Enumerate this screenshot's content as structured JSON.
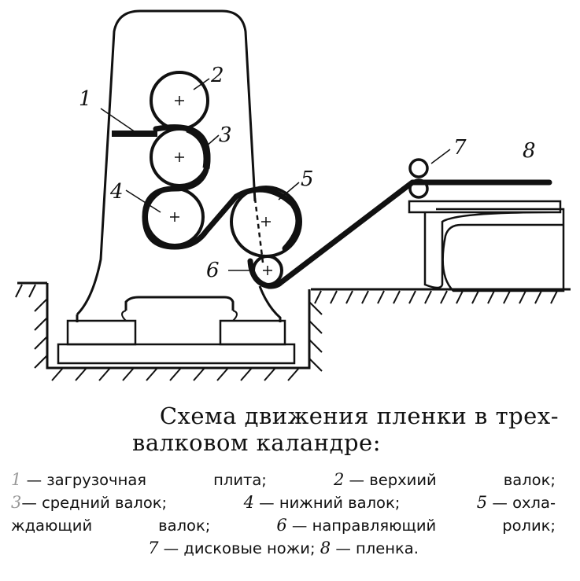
{
  "labels": [
    "1",
    "2",
    "3",
    "4",
    "5",
    "6",
    "7",
    "8"
  ],
  "caption": {
    "title_line1": "Схема движения пленки в трех-",
    "title_line2": "валковом каландре:"
  },
  "legend": {
    "r1": [
      "1",
      "— загрузочная",
      "плита;",
      "2",
      "— верхиий",
      "валок;"
    ],
    "r2": [
      "3",
      "— средний валок;",
      "4",
      "— нижний валок;",
      "5",
      "— охла-"
    ],
    "r3": [
      "ждающий",
      "валок;",
      "6",
      "— направляющий",
      "ролик;"
    ],
    "r4": [
      "7",
      "— дисковые ножи;",
      "8",
      "— пленка."
    ]
  }
}
